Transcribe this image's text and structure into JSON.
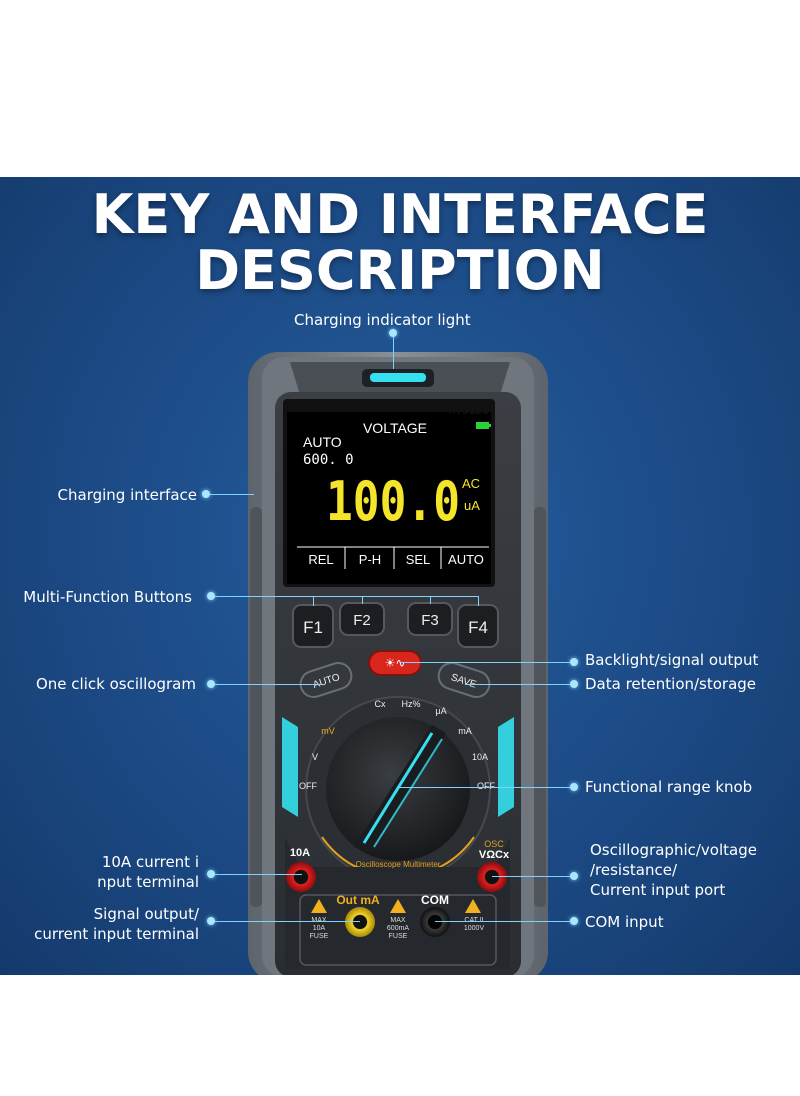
{
  "title": {
    "line1": "KEY AND INTERFACE",
    "line2": "DESCRIPTION"
  },
  "labels": {
    "charging_light": "Charging indicator light",
    "charging_interface": "Charging interface",
    "multi_function": "Multi-Function Buttons",
    "one_click": "One click oscillogram",
    "backlight": "Backlight/signal output",
    "data_retention": "Data retention/storage",
    "knob": "Functional range knob",
    "current_10a_line1": "10A current i",
    "current_10a_line2": "nput terminal",
    "signal_output_line1": "Signal output/",
    "signal_output_line2": "current input terminal",
    "osc_port_line1": "Oscillographic/voltage",
    "osc_port_line2": "/resistance/",
    "osc_port_line3": "Current input port",
    "com_input": "COM input"
  },
  "device": {
    "model": "AT312G",
    "screen": {
      "mode": "VOLTAGE",
      "range_mode": "AUTO",
      "range_value": "600. 0",
      "reading": "100.0",
      "unit_top": "AC",
      "unit_bottom": "uA",
      "softkeys": [
        "REL",
        "P-H",
        "SEL",
        "AUTO"
      ]
    },
    "buttons": {
      "f1": "F1",
      "f2": "F2",
      "f3": "F3",
      "f4": "F4",
      "auto": "AUTO",
      "save": "SAVE"
    },
    "dial": {
      "cx": "Cx",
      "hz": "Hz%",
      "mv": "mV",
      "ua": "μA",
      "ma": "mA",
      "v": "V",
      "a10": "10A",
      "off_left": "OFF",
      "off_right": "OFF",
      "brand": "Oscilloscope Multimeter"
    },
    "terminals": {
      "t10a": "10A",
      "osc": "OSC",
      "vohm": "VΩCx",
      "out_ma": "Out mA",
      "com": "COM",
      "max10_1": "MAX",
      "max10_2": "10A",
      "max10_3": "FUSE",
      "max600_1": "MAX",
      "max600_2": "600mA",
      "max600_3": "FUSE",
      "cat_1": "CAT II",
      "cat_2": "1000V"
    }
  },
  "colors": {
    "panel": "#1c4a85",
    "lcd_reading": "#f5e52a",
    "accent_line": "#7fd4ff",
    "glow": "#35e0f0",
    "battery": "#27d23a",
    "button_red": "#d8261c",
    "jack_yellow": "#e8c41a",
    "jack_red": "#c8181c"
  }
}
